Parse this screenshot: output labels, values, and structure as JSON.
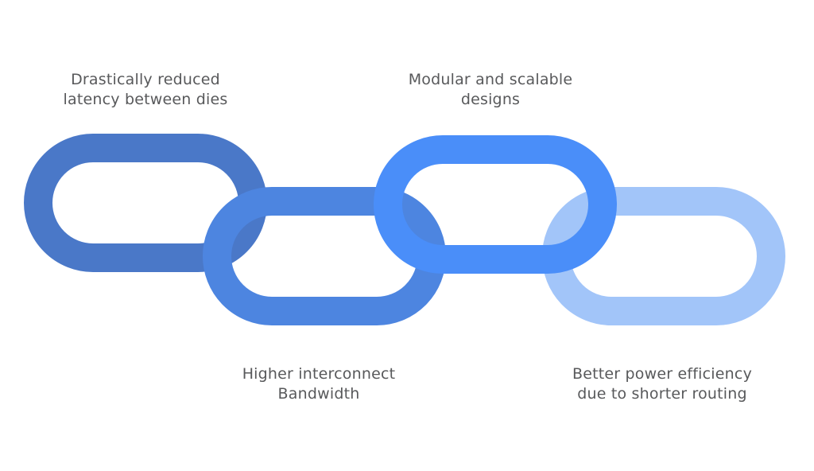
{
  "canvas": {
    "background": "#ffffff",
    "text_color": "#58595b"
  },
  "items": [
    {
      "name": "reduced-latency",
      "label": {
        "line1": "Drastically reduced",
        "line2": "latency between dies"
      },
      "link_color": "#4a78c8",
      "link_position": "top-left"
    },
    {
      "name": "interconnect-bandwidth",
      "label": {
        "line1": "Higher interconnect",
        "line2": "Bandwidth"
      },
      "link_color": "#4d85e0",
      "link_position": "bottom-center-left"
    },
    {
      "name": "modular-scalable",
      "label": {
        "line1": "Modular and scalable",
        "line2": "designs"
      },
      "link_color": "#4a8ef9",
      "link_position": "top-center-right"
    },
    {
      "name": "power-efficiency",
      "label": {
        "line1": "Better power efficiency",
        "line2": "due to shorter routing"
      },
      "link_color": "#a2c5f9",
      "link_position": "bottom-right"
    }
  ]
}
